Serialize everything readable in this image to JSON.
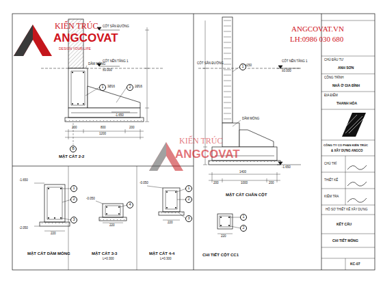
{
  "diagram": {
    "nodes": [
      {
        "text": [
          "B"
        ]
      },
      {
        "text": [
          "1"
        ]
      },
      {
        "text": [
          "2"
        ]
      },
      {
        "text": [
          "1"
        ]
      },
      {
        "text": [
          "1"
        ]
      },
      {
        "text": [
          "2"
        ]
      },
      {
        "text": [
          "3"
        ]
      },
      {
        "text": [
          "4"
        ]
      },
      {
        "text": [
          "1"
        ]
      },
      {
        "text": [
          "2"
        ]
      },
      {
        "text": [
          "3"
        ]
      },
      {
        "text": [
          "1"
        ]
      },
      {
        "text": [
          "2"
        ]
      }
    ],
    "labels": [
      "KIẾN TRÚC",
      "ANGCOVAT",
      "DESIGN YOUR LIFE",
      "ANGCOVAT.VN",
      "LH:0986 030 680",
      "KIẾN TRÚC",
      "ANGCOVAT",
      "MẶT CẮT 2-2",
      "MẶT CẮT CHÂN CỘT",
      "MẶT CẮT DẦM MÓNG",
      "MẶT CẮT 3-3",
      "MẶT CẮT 4-4",
      "CHI TIẾT CỘT CC1",
      "L=0.300",
      "L=0.300",
      "CỐT SÂN ĐƯỜNG",
      "CỐT NỀN TẦNG 1",
      "±0.000",
      "-1.650",
      "200",
      "800",
      "200",
      "1200",
      "DẦM MÓNG",
      "3Ø16",
      "2Ø16",
      "CỐT SÂN ĐƯỜNG",
      "CỐT NỀN TẦNG 1",
      "±0.000",
      "-1.650",
      "DẦM MÓNG",
      "Ø6a150",
      "1400",
      "200",
      "1000",
      "200",
      "-1.650",
      "-2.050",
      "220",
      "-0.050",
      "220",
      "-0.050",
      "220",
      "220",
      "CHỦ ĐẦU TƯ",
      "ANH SƠN",
      "CÔNG TRÌNH",
      "NHÀ Ở GIA ĐÌNH",
      "ĐỊA ĐIỂM",
      "THANH HÓA",
      "CÔNG TY CỔ PHẦN KIẾN TRÚC",
      "& XÂY DỰNG ANGCO",
      "CHỦ TRÌ",
      "THIẾT KẾ",
      "KIỂM TRA",
      "HỒ SƠ THIẾT KẾ XÂY DỰNG",
      "KẾT CẤU",
      "CHI TIẾT MÓNG",
      "KC-07"
    ]
  }
}
